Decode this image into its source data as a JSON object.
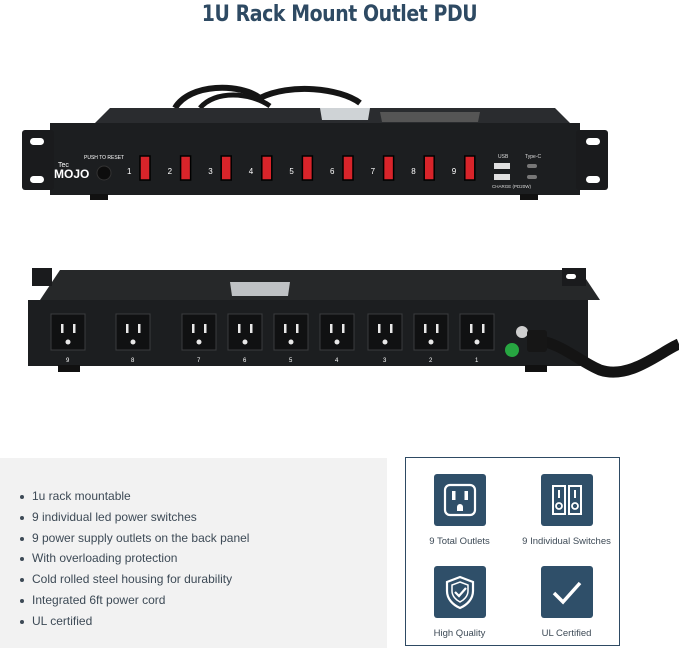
{
  "title": "1U Rack Mount Outlet PDU",
  "front_panel": {
    "brand_top": "Tec",
    "brand": "MOJO",
    "reset_label": "PUSH TO RESET",
    "switch_numbers": [
      "1",
      "2",
      "3",
      "4",
      "5",
      "6",
      "7",
      "8",
      "9"
    ],
    "usb_label": "USB",
    "typec_label": "Type-C",
    "charge_label": "CHARGE (PD20W)"
  },
  "back_panel": {
    "outlet_numbers": [
      "9",
      "8",
      "7",
      "6",
      "5",
      "4",
      "3",
      "2",
      "1"
    ]
  },
  "features": [
    "1u rack mountable",
    "9 individual led power switches",
    "9 power supply outlets on the back panel",
    "With overloading protection",
    "Cold rolled steel housing for durability",
    "Integrated 6ft power cord",
    "UL certified"
  ],
  "badges": [
    {
      "icon": "outlet-icon",
      "label": "9 Total Outlets"
    },
    {
      "icon": "switches-icon",
      "label": "9 Individual Switches"
    },
    {
      "icon": "shield-check-icon",
      "label": "High Quality"
    },
    {
      "icon": "checkmark-icon",
      "label": "UL Certified"
    }
  ],
  "colors": {
    "accent": "#2f4f69",
    "title": "#2e4a63",
    "switch_red": "#d8242a",
    "panel_black": "#1c1e20",
    "feature_bg": "#f2f2f2"
  }
}
